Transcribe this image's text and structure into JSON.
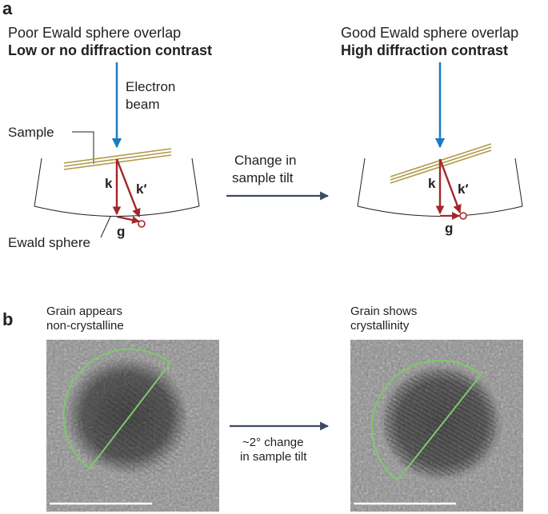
{
  "panel_a": {
    "letter": "a",
    "left": {
      "title": "Poor Ewald sphere overlap",
      "subtitle": "Low or no diffraction contrast",
      "beam_label_line1": "Electron",
      "beam_label_line2": "beam",
      "sample_label": "Sample",
      "sphere_label": "Ewald sphere",
      "k": "k",
      "k_prime": "k′",
      "g": "g"
    },
    "middle": {
      "line1": "Change in",
      "line2": "sample tilt"
    },
    "right": {
      "title": "Good Ewald sphere overlap",
      "subtitle": "High diffraction contrast",
      "k": "k",
      "k_prime": "k′",
      "g": "g"
    }
  },
  "panel_b": {
    "letter": "b",
    "left_caption_line1": "Grain appears",
    "left_caption_line2": "non-crystalline",
    "middle_line1": "~2° change",
    "middle_line2": "in sample tilt",
    "right_caption_line1": "Grain shows",
    "right_caption_line2": "crystallinity"
  },
  "colors": {
    "beam": "#1a7bbf",
    "vector": "#a3262a",
    "sample": "#b09a4a",
    "arrow": "#3d4a63",
    "outline": "#7dc96a",
    "text": "#231f20"
  }
}
